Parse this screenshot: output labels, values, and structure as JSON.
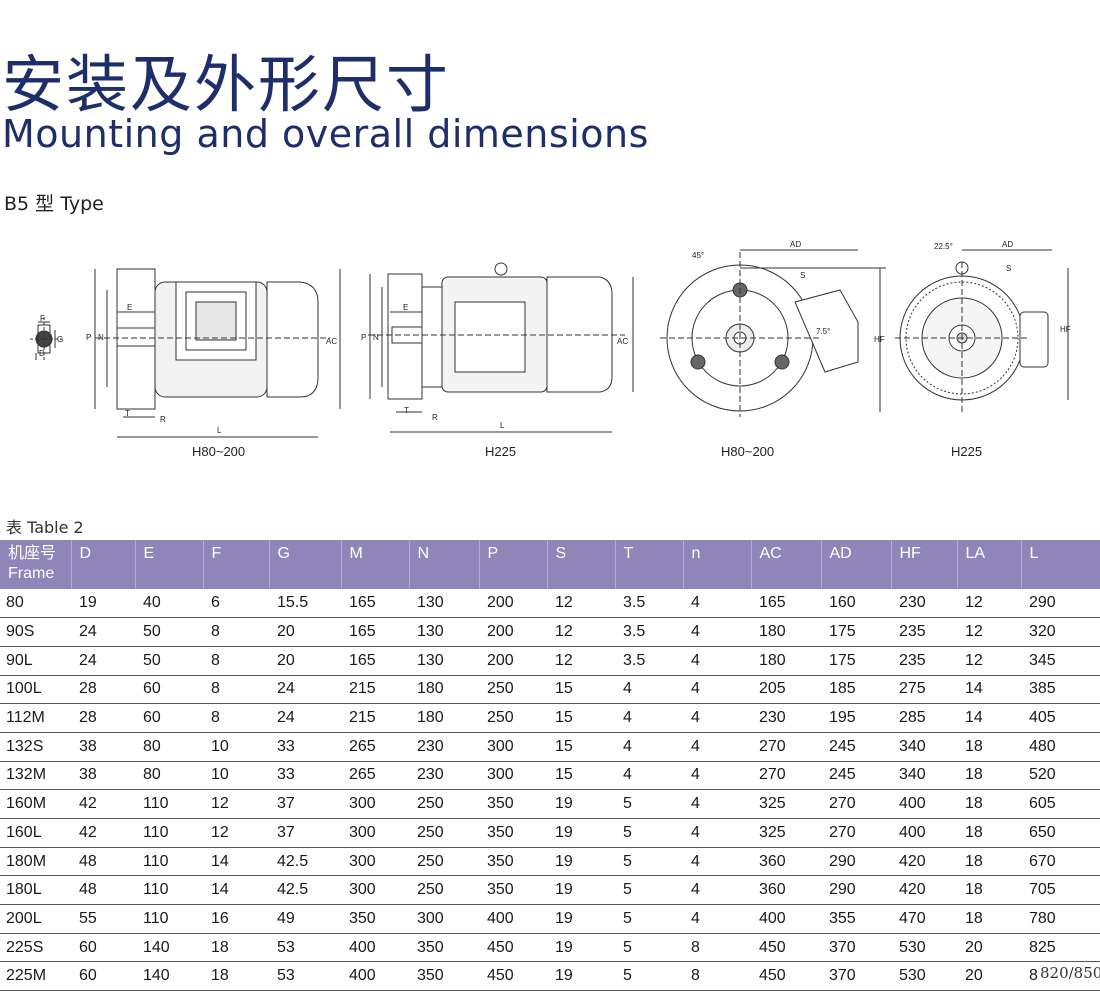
{
  "heading": {
    "title_cn": "安装及外形尺寸",
    "title_en": "Mounting and overall dimensions"
  },
  "type_label": "B5 型 Type",
  "drawings": {
    "captions": [
      "H80~200",
      "H225",
      "H80~200",
      "H225"
    ],
    "labels": {
      "d1": {
        "F": "F",
        "G": "G",
        "D": "D"
      },
      "d2": {
        "E": "E",
        "P": "P",
        "N": "N",
        "AC": "AC",
        "T": "T",
        "R": "R",
        "L": "L"
      },
      "d3": {
        "E": "E",
        "P": "P",
        "N": "N",
        "AC": "AC",
        "T": "T",
        "R": "R",
        "L": "L"
      },
      "d4": {
        "deg": "45°",
        "AD": "AD",
        "S": "S",
        "deg2": "7.5°",
        "HF": "HF"
      },
      "d5": {
        "deg": "22.5°",
        "AD": "AD",
        "S": "S",
        "HF": "HF"
      }
    }
  },
  "table": {
    "label": "表 Table 2",
    "header_frame_cn": "机座号",
    "header_frame_en": "Frame",
    "columns": [
      "D",
      "E",
      "F",
      "G",
      "M",
      "N",
      "P",
      "S",
      "T",
      "n",
      "AC",
      "AD",
      "HF",
      "LA",
      "L"
    ],
    "rows": [
      [
        "80",
        "19",
        "40",
        "6",
        "15.5",
        "165",
        "130",
        "200",
        "12",
        "3.5",
        "4",
        "165",
        "160",
        "230",
        "12",
        "290"
      ],
      [
        "90S",
        "24",
        "50",
        "8",
        "20",
        "165",
        "130",
        "200",
        "12",
        "3.5",
        "4",
        "180",
        "175",
        "235",
        "12",
        "320"
      ],
      [
        "90L",
        "24",
        "50",
        "8",
        "20",
        "165",
        "130",
        "200",
        "12",
        "3.5",
        "4",
        "180",
        "175",
        "235",
        "12",
        "345"
      ],
      [
        "100L",
        "28",
        "60",
        "8",
        "24",
        "215",
        "180",
        "250",
        "15",
        "4",
        "4",
        "205",
        "185",
        "275",
        "14",
        "385"
      ],
      [
        "112M",
        "28",
        "60",
        "8",
        "24",
        "215",
        "180",
        "250",
        "15",
        "4",
        "4",
        "230",
        "195",
        "285",
        "14",
        "405"
      ],
      [
        "132S",
        "38",
        "80",
        "10",
        "33",
        "265",
        "230",
        "300",
        "15",
        "4",
        "4",
        "270",
        "245",
        "340",
        "18",
        "480"
      ],
      [
        "132M",
        "38",
        "80",
        "10",
        "33",
        "265",
        "230",
        "300",
        "15",
        "4",
        "4",
        "270",
        "245",
        "340",
        "18",
        "520"
      ],
      [
        "160M",
        "42",
        "110",
        "12",
        "37",
        "300",
        "250",
        "350",
        "19",
        "5",
        "4",
        "325",
        "270",
        "400",
        "18",
        "605"
      ],
      [
        "160L",
        "42",
        "110",
        "12",
        "37",
        "300",
        "250",
        "350",
        "19",
        "5",
        "4",
        "325",
        "270",
        "400",
        "18",
        "650"
      ],
      [
        "180M",
        "48",
        "110",
        "14",
        "42.5",
        "300",
        "250",
        "350",
        "19",
        "5",
        "4",
        "360",
        "290",
        "420",
        "18",
        "670"
      ],
      [
        "180L",
        "48",
        "110",
        "14",
        "42.5",
        "300",
        "250",
        "350",
        "19",
        "5",
        "4",
        "360",
        "290",
        "420",
        "18",
        "705"
      ],
      [
        "200L",
        "55",
        "110",
        "16",
        "49",
        "350",
        "300",
        "400",
        "19",
        "5",
        "4",
        "400",
        "355",
        "470",
        "18",
        "780"
      ],
      [
        "225S",
        "60",
        "140",
        "18",
        "53",
        "400",
        "350",
        "450",
        "19",
        "5",
        "8",
        "450",
        "370",
        "530",
        "20",
        "825"
      ],
      [
        "225M",
        "60",
        "140",
        "18",
        "53",
        "400",
        "350",
        "450",
        "19",
        "5",
        "8",
        "450",
        "370",
        "530",
        "20",
        "850"
      ]
    ]
  },
  "page_number": "820/850",
  "colors": {
    "title": "#1d2e6a",
    "header_bg": "#8f85b8",
    "header_text": "#ffffff"
  }
}
